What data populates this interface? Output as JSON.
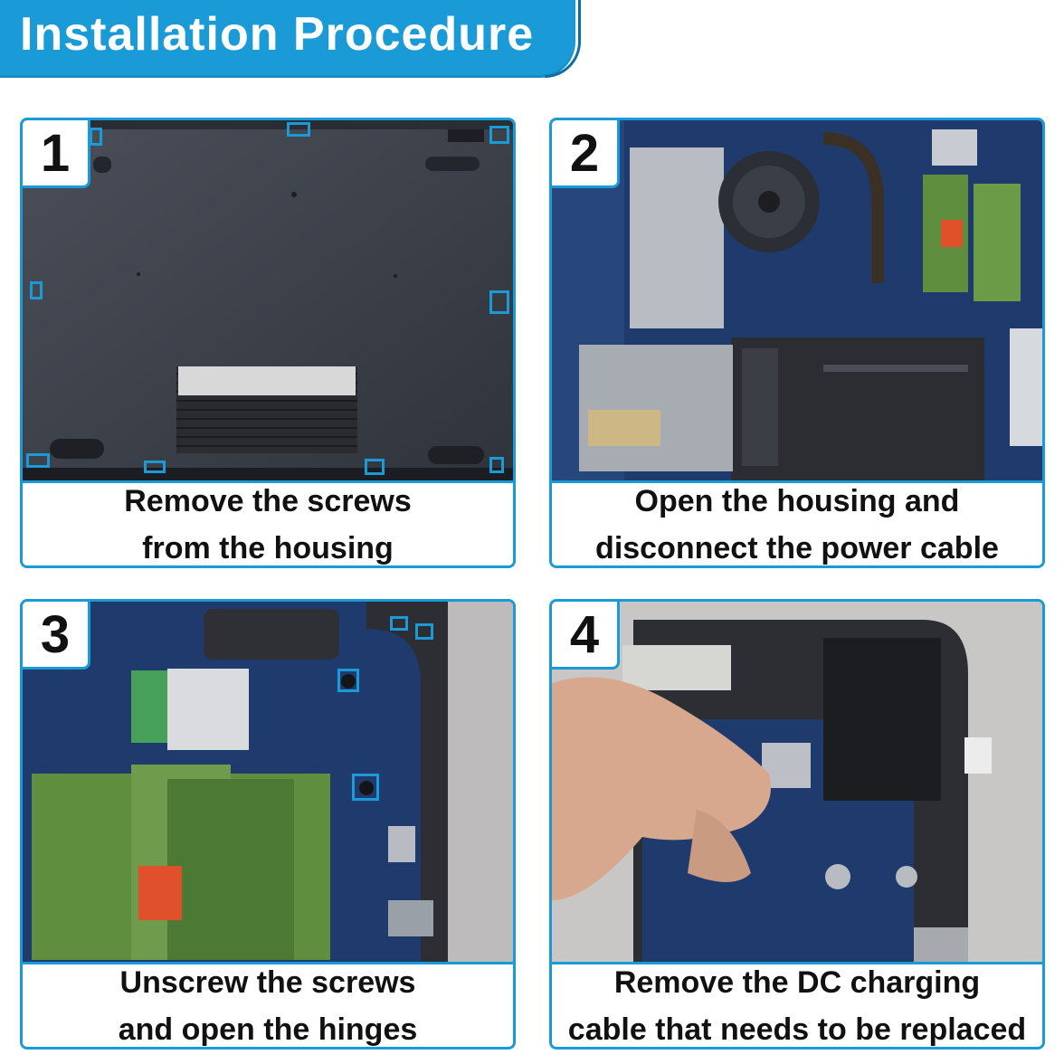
{
  "header": {
    "title": "Installation Procedure"
  },
  "steps": [
    {
      "number": "1",
      "caption_line1": "Remove the screws",
      "caption_line2": "from the housing"
    },
    {
      "number": "2",
      "caption_line1": "Open the housing and",
      "caption_line2": "disconnect the power cable"
    },
    {
      "number": "3",
      "caption_line1": "Unscrew the screws",
      "caption_line2": "and open the hinges"
    },
    {
      "number": "4",
      "caption_line1": "Remove the DC charging",
      "caption_line2": "cable that needs to be replaced"
    }
  ],
  "colors": {
    "accent": "#1a9ad6",
    "laptop_base": "#3b3f48",
    "board": "#1f3b6e",
    "ram": "#5f8f3e"
  }
}
